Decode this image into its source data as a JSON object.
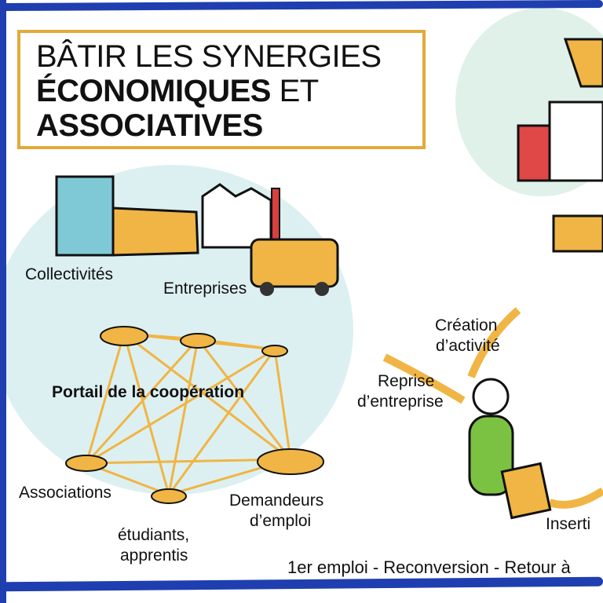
{
  "title": {
    "line1": "BÂTIR LES SYNERGIES",
    "line2_bold": "ÉCONOMIQUES",
    "line2_rest": " ET",
    "line3_bold": "ASSOCIATIVES"
  },
  "network": {
    "center_label": "Portail de la coopération",
    "nodes": [
      "Collectivités",
      "Entreprises",
      "Associations",
      "étudiants,",
      "apprentis",
      "Demandeurs",
      "d’emploi"
    ]
  },
  "cycle": {
    "labels": [
      "Création",
      "d’activité",
      "Reprise",
      "d’entreprise",
      "Inserti"
    ]
  },
  "footer": "1er emploi - Reconversion - Retour à",
  "colors": {
    "border": "#1f3fb0",
    "accent": "#e2aa3a",
    "wash": "#cfe8ea"
  }
}
